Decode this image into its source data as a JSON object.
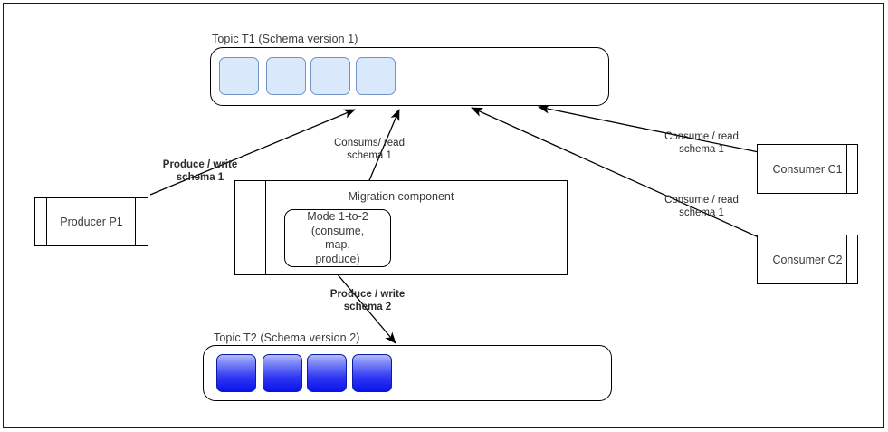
{
  "diagram": {
    "title_t1": "Topic T1 (Schema version 1)",
    "title_t2": "Topic T2 (Schema version 2)",
    "migration_title": "Migration component",
    "mode_text": "Mode 1-to-2\n(consume,\nmap,\nproduce)",
    "producer_label": "Producer P1",
    "consumer_c1_label": "Consumer C1",
    "consumer_c2_label": "Consumer C2",
    "edges": {
      "produce_write_1": "Produce / write\nschema 1",
      "consume_read_mig": "Consums/ read\nschema 1",
      "consume_read_c1": "Consume / read\nschema 1",
      "consume_read_c2": "Consume / read\nschema 1",
      "produce_write_2": "Produce / write\nschema 2"
    },
    "messages_t1": [
      "",
      "",
      "",
      ""
    ],
    "messages_t2": [
      "",
      "",
      "",
      ""
    ],
    "colors": {
      "schema1_fill": "#dae8fc",
      "schema1_stroke": "#7093c4",
      "schema2_fill": "#2f37f2",
      "schema2_stroke": "#0b1ba8",
      "stroke": "#000000",
      "text": "#3b3b3b"
    }
  }
}
